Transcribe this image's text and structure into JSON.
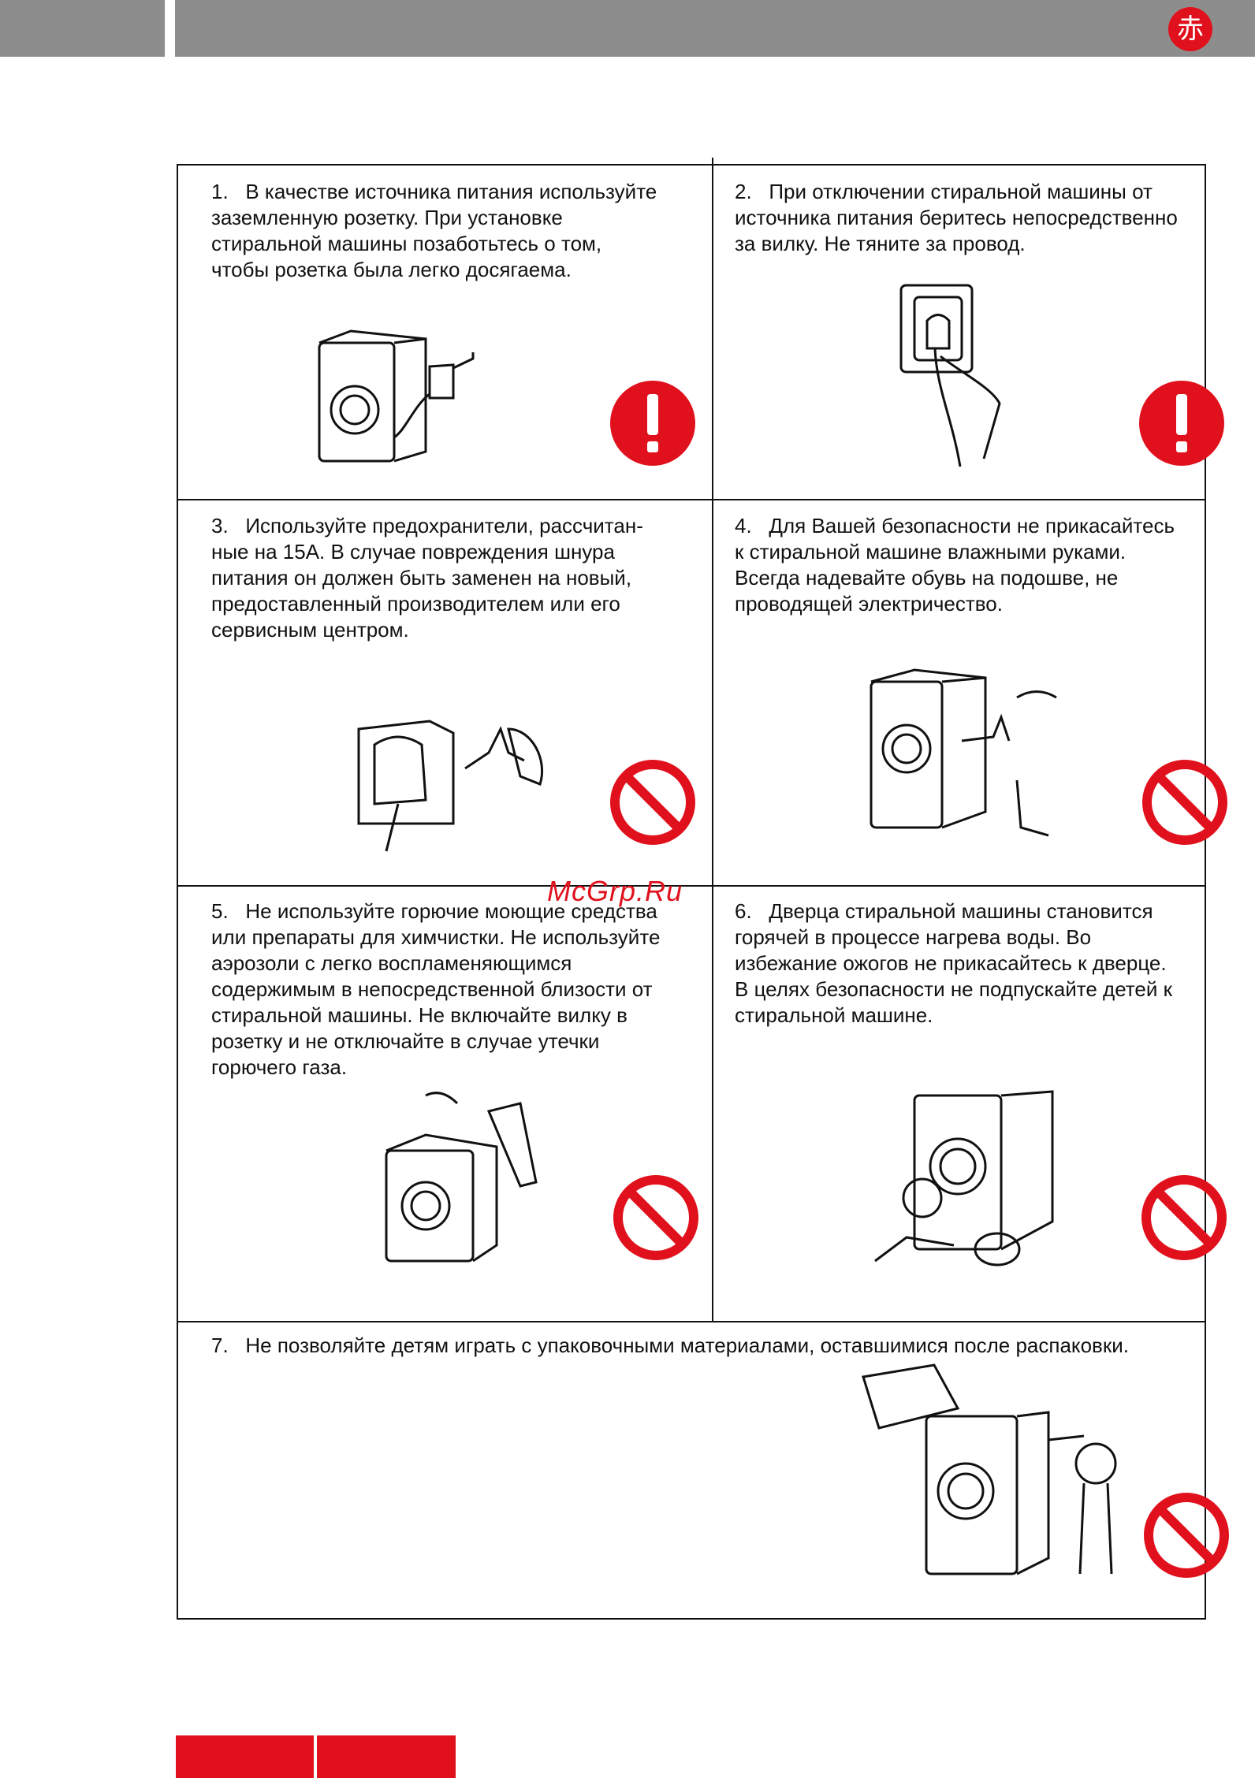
{
  "header": {
    "logo_glyph": "赤"
  },
  "watermark": "McGrp.Ru",
  "items": [
    {
      "num": "1.",
      "text": "В качестве источника питания используйте\nзаземленную розетку. При установке\nстиральной машины позаботьтесь о том,\nчтобы розетка была легко досягаема.",
      "sign": "warning"
    },
    {
      "num": "2.",
      "text": "При отключении стиральной машины от\nисточника питания беритесь непосредственно\nза вилку. Не тяните за провод.",
      "sign": "warning"
    },
    {
      "num": "3.",
      "text": "Используйте предохранители, рассчитан-\nные на 15А. В случае повреждения шнура\nпитания он должен быть заменен на новый,\nпредоставленный производителем или его\nсервисным центром.",
      "sign": "prohibited"
    },
    {
      "num": "4.",
      "text": "Для Вашей безопасности не прикасайтесь\nк стиральной машине влажными руками.\nВсегда надевайте обувь на подошве, не\nпроводящей электричество.",
      "sign": "prohibited"
    },
    {
      "num": "5.",
      "text": "Не используйте горючие моющие средства\nили препараты для химчистки. Не используйте\nаэрозоли с легко воспламеняющимся\nсодержимым в непосредственной близости от\nстиральной машины. Не включайте вилку в\nрозетку и не отключайте в случае утечки\nгорючего газа.",
      "sign": "prohibited"
    },
    {
      "num": "6.",
      "text": "Дверца стиральной машины становится\nгорячей в процессе нагрева воды. Во\nизбежание ожогов не прикасайтесь к дверце.\nВ целях безопасности не подпускайте детей к\nстиральной машине.",
      "sign": "prohibited"
    },
    {
      "num": "7.",
      "text": "Не позволяйте детям играть с упаковочными материалами, оставшимися после распаковки.",
      "sign": "prohibited"
    }
  ],
  "colors": {
    "header_gray": "#8d8d8d",
    "accent_red": "#e0111c"
  }
}
